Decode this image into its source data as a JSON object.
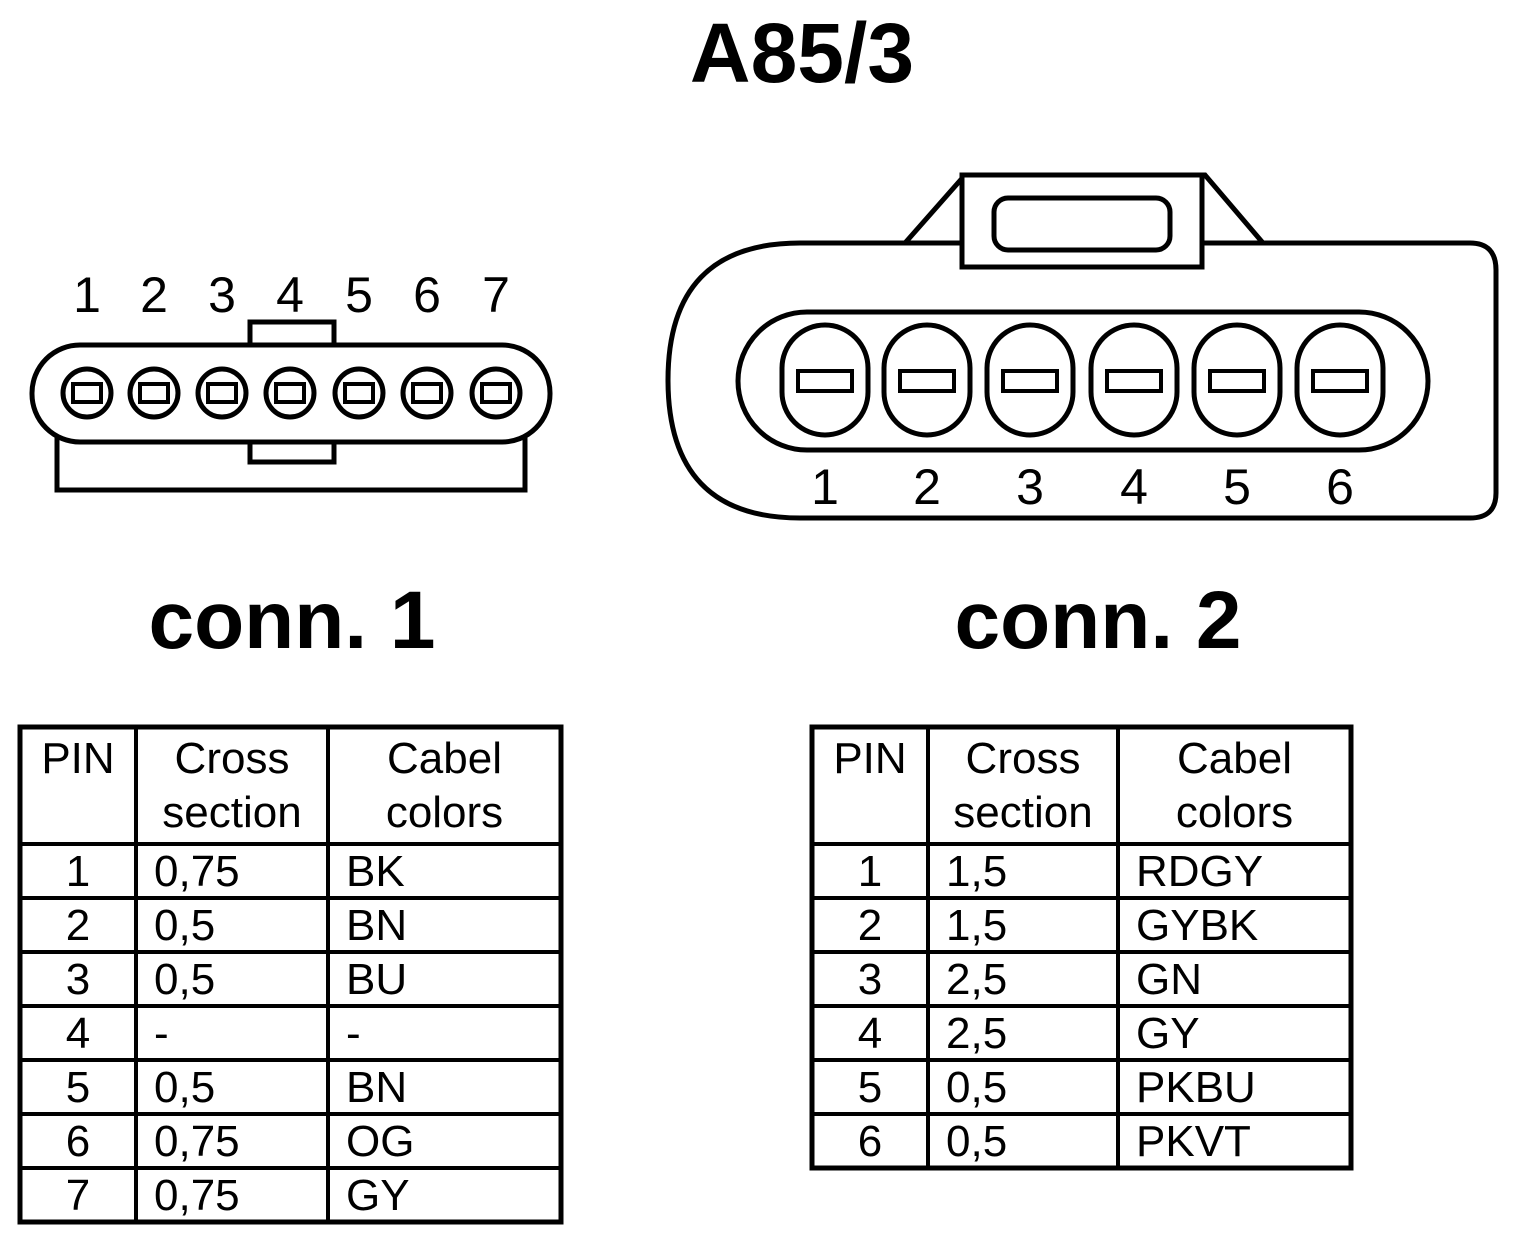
{
  "title": "A85/3",
  "connectors": [
    {
      "label": "conn. 1",
      "pin_numbers": [
        "1",
        "2",
        "3",
        "4",
        "5",
        "6",
        "7"
      ],
      "table": {
        "headers": [
          [
            "PIN"
          ],
          [
            "Cross",
            "section"
          ],
          [
            "Cabel",
            "colors"
          ]
        ],
        "rows": [
          [
            "1",
            "0,75",
            "BK"
          ],
          [
            "2",
            "0,5",
            "BN"
          ],
          [
            "3",
            "0,5",
            "BU"
          ],
          [
            "4",
            "-",
            "-"
          ],
          [
            "5",
            "0,5",
            "BN"
          ],
          [
            "6",
            "0,75",
            "OG"
          ],
          [
            "7",
            "0,75",
            "GY"
          ]
        ]
      }
    },
    {
      "label": "conn. 2",
      "pin_numbers": [
        "1",
        "2",
        "3",
        "4",
        "5",
        "6"
      ],
      "table": {
        "headers": [
          [
            "PIN"
          ],
          [
            "Cross",
            "section"
          ],
          [
            "Cabel",
            "colors"
          ]
        ],
        "rows": [
          [
            "1",
            "1,5",
            "RDGY"
          ],
          [
            "2",
            "1,5",
            "GYBK"
          ],
          [
            "3",
            "2,5",
            "GN"
          ],
          [
            "4",
            "2,5",
            "GY"
          ],
          [
            "5",
            "0,5",
            "PKBU"
          ],
          [
            "6",
            "0,5",
            "PKVT"
          ]
        ]
      }
    }
  ]
}
